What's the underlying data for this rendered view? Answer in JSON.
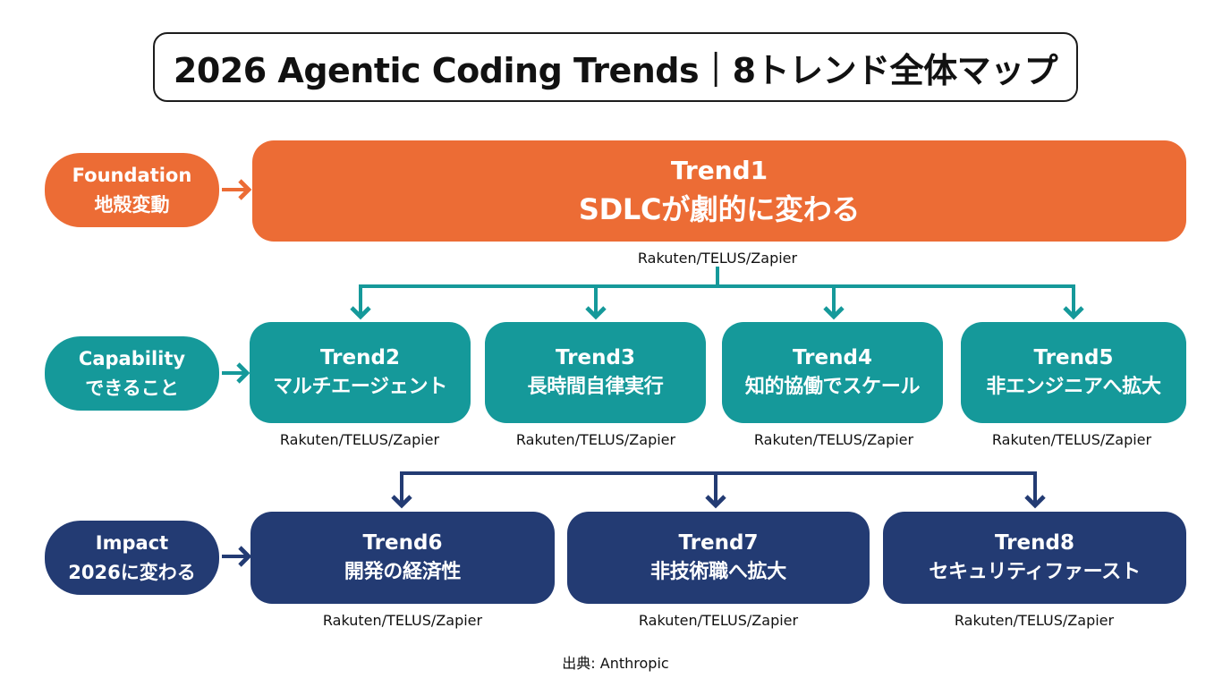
{
  "title": "2026 Agentic Coding Trends｜8トレンド全体マップ",
  "layers": {
    "foundation": {
      "label_en": "Foundation",
      "label_ja": "地殻変動"
    },
    "capability": {
      "label_en": "Capability",
      "label_ja": "できること"
    },
    "impact": {
      "label_en": "Impact",
      "label_ja": "2026に変わる"
    }
  },
  "trends": [
    {
      "number": "Trend1",
      "name": "SDLCが劇的に変わる",
      "source": "Rakuten/TELUS/Zapier"
    },
    {
      "number": "Trend2",
      "name": "マルチエージェント",
      "source": "Rakuten/TELUS/Zapier"
    },
    {
      "number": "Trend3",
      "name": "長時間自律実行",
      "source": "Rakuten/TELUS/Zapier"
    },
    {
      "number": "Trend4",
      "name": "知的協働でスケール",
      "source": "Rakuten/TELUS/Zapier"
    },
    {
      "number": "Trend5",
      "name": "非エンジニアへ拡大",
      "source": "Rakuten/TELUS/Zapier"
    },
    {
      "number": "Trend6",
      "name": "開発の経済性",
      "source": "Rakuten/TELUS/Zapier"
    },
    {
      "number": "Trend7",
      "name": "非技術職へ拡大",
      "source": "Rakuten/TELUS/Zapier"
    },
    {
      "number": "Trend8",
      "name": "セキュリティファースト",
      "source": "Rakuten/TELUS/Zapier"
    }
  ],
  "footer": "出典: Anthropic",
  "colors": {
    "foundation": "#ec6c35",
    "capability": "#15999a",
    "impact": "#233b73",
    "connector_teal": "#15999a",
    "connector_navy": "#233b73"
  }
}
